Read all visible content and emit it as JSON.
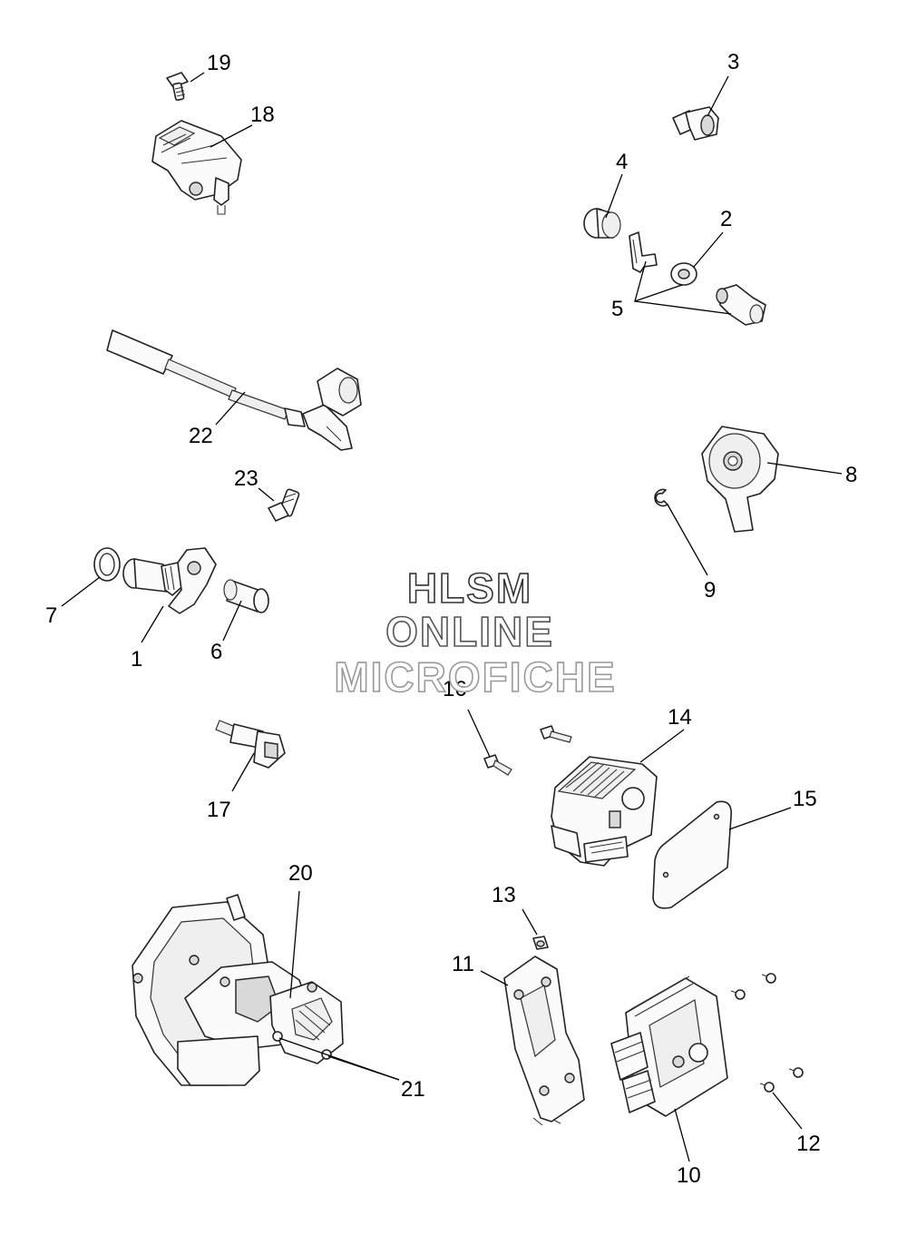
{
  "watermark": {
    "lines": [
      "HLSM",
      "ONLINE",
      "MICROFICHE"
    ],
    "colors": [
      "#333333",
      "#555555",
      "#999999"
    ]
  },
  "callouts": [
    {
      "id": "c1",
      "label": "1"
    },
    {
      "id": "c2",
      "label": "2"
    },
    {
      "id": "c3",
      "label": "3"
    },
    {
      "id": "c4",
      "label": "4"
    },
    {
      "id": "c5",
      "label": "5"
    },
    {
      "id": "c6",
      "label": "6"
    },
    {
      "id": "c7",
      "label": "7"
    },
    {
      "id": "c8",
      "label": "8"
    },
    {
      "id": "c9",
      "label": "9"
    },
    {
      "id": "c10",
      "label": "10"
    },
    {
      "id": "c11",
      "label": "11"
    },
    {
      "id": "c12",
      "label": "12"
    },
    {
      "id": "c13",
      "label": "13"
    },
    {
      "id": "c14",
      "label": "14"
    },
    {
      "id": "c15",
      "label": "15"
    },
    {
      "id": "c16",
      "label": "16"
    },
    {
      "id": "c17",
      "label": "17"
    },
    {
      "id": "c18",
      "label": "18"
    },
    {
      "id": "c19",
      "label": "19"
    },
    {
      "id": "c20",
      "label": "20"
    },
    {
      "id": "c21",
      "label": "21"
    },
    {
      "id": "c22",
      "label": "22"
    },
    {
      "id": "c23",
      "label": "23"
    }
  ],
  "parts": [
    {
      "id": "p1",
      "icon": "cam-position-sensor-icon"
    },
    {
      "id": "p2",
      "icon": "washer-icon"
    },
    {
      "id": "p3",
      "icon": "plug-icon"
    },
    {
      "id": "p4",
      "icon": "cap-icon"
    },
    {
      "id": "p5",
      "icon": "connector-kit-icon"
    },
    {
      "id": "p6",
      "icon": "sleeve-icon"
    },
    {
      "id": "p7",
      "icon": "o-ring-icon"
    },
    {
      "id": "p8",
      "icon": "knock-sensor-icon"
    },
    {
      "id": "p9",
      "icon": "clip-icon"
    },
    {
      "id": "p10",
      "icon": "ecu-module-icon"
    },
    {
      "id": "p11",
      "icon": "mounting-bracket-icon"
    },
    {
      "id": "p12",
      "icon": "small-screw-icon"
    },
    {
      "id": "p13",
      "icon": "screw-icon"
    },
    {
      "id": "p14",
      "icon": "module-housing-icon"
    },
    {
      "id": "p15",
      "icon": "gasket-plate-icon"
    },
    {
      "id": "p16",
      "icon": "screw-icon"
    },
    {
      "id": "p17",
      "icon": "temperature-sensor-icon"
    },
    {
      "id": "p18",
      "icon": "map-sensor-icon"
    },
    {
      "id": "p19",
      "icon": "bolt-icon"
    },
    {
      "id": "p20",
      "icon": "throttle-body-icon"
    },
    {
      "id": "p21",
      "icon": "screw-icon"
    },
    {
      "id": "p22",
      "icon": "speed-sensor-cable-icon"
    },
    {
      "id": "p23",
      "icon": "bolt-icon"
    }
  ]
}
